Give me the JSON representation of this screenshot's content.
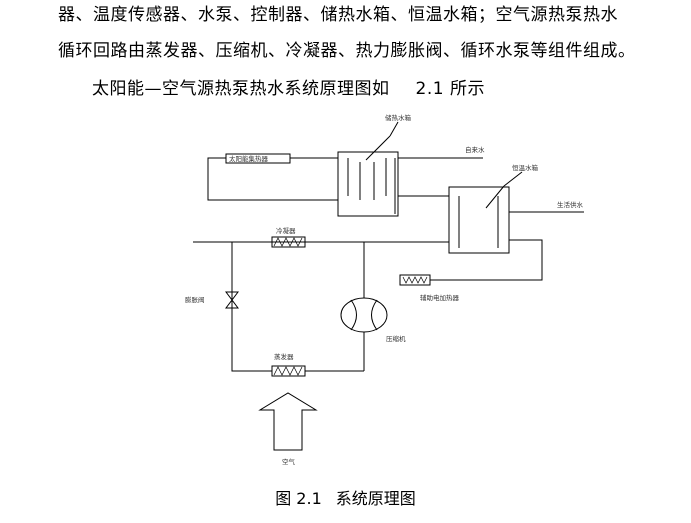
{
  "paragraph": {
    "line1": "器、温度传感器、水泵、控制器、储热水箱、恒温水箱；空气源热泵热水",
    "line2": "循环回路由蒸发器、压缩机、冷凝器、热力膨胀阀、循环水泵等组件组成。",
    "line3_text": "太阳能—空气源热泵热水系统原理图如",
    "line3_fig": "2.1 所示"
  },
  "diagram": {
    "labels": {
      "storage_tank": "储热水箱",
      "tap_water": "自来水",
      "constant_tank": "恒温水箱",
      "solar_collector": "太阳能集热器",
      "domestic_water": "生活供水",
      "condenser": "冷凝器",
      "expansion_valve": "膨胀阀",
      "aux_heater": "辅助电加热器",
      "compressor": "压缩机",
      "evaporator": "蒸发器",
      "air": "空气"
    }
  },
  "caption": {
    "number": "图 2.1",
    "title": "系统原理图"
  }
}
